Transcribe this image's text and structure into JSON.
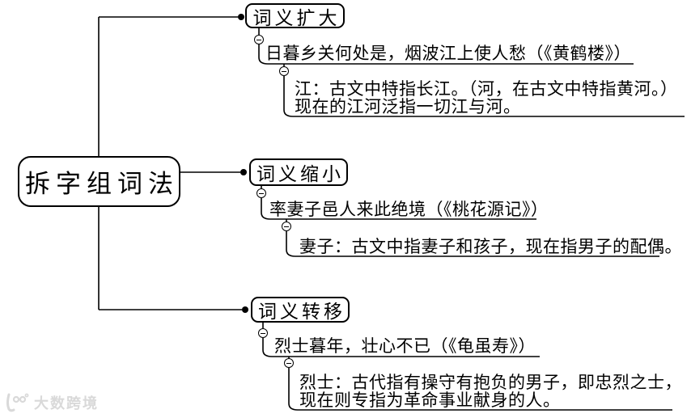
{
  "root": {
    "label": "拆字组词法"
  },
  "branches": [
    {
      "label": "词义扩大",
      "example": "日暮乡关何处是，烟波江上使人愁（《黄鹤楼》）",
      "note_lines": [
        "江：古文中特指长江。（河，在古文中特指黄河。）",
        "现在的江河泛指一切江与河。"
      ]
    },
    {
      "label": "词义缩小",
      "example": "率妻子邑人来此绝境（《桃花源记》）",
      "note_lines": [
        "妻子：古文中指妻子和孩子，现在指男子的配偶。"
      ]
    },
    {
      "label": "词义转移",
      "example": "烈士暮年，壮心不已（《龟虽寿》）",
      "note_lines": [
        "烈士：古代指有操守有抱负的男子，即忠烈之士，",
        "现在则专指为革命事业献身的人。"
      ]
    }
  ],
  "watermark": {
    "text": "大数跨境"
  },
  "colors": {
    "line": "#000000",
    "text": "#000000",
    "background": "#ffffff",
    "watermark": "#d9d9d9"
  }
}
